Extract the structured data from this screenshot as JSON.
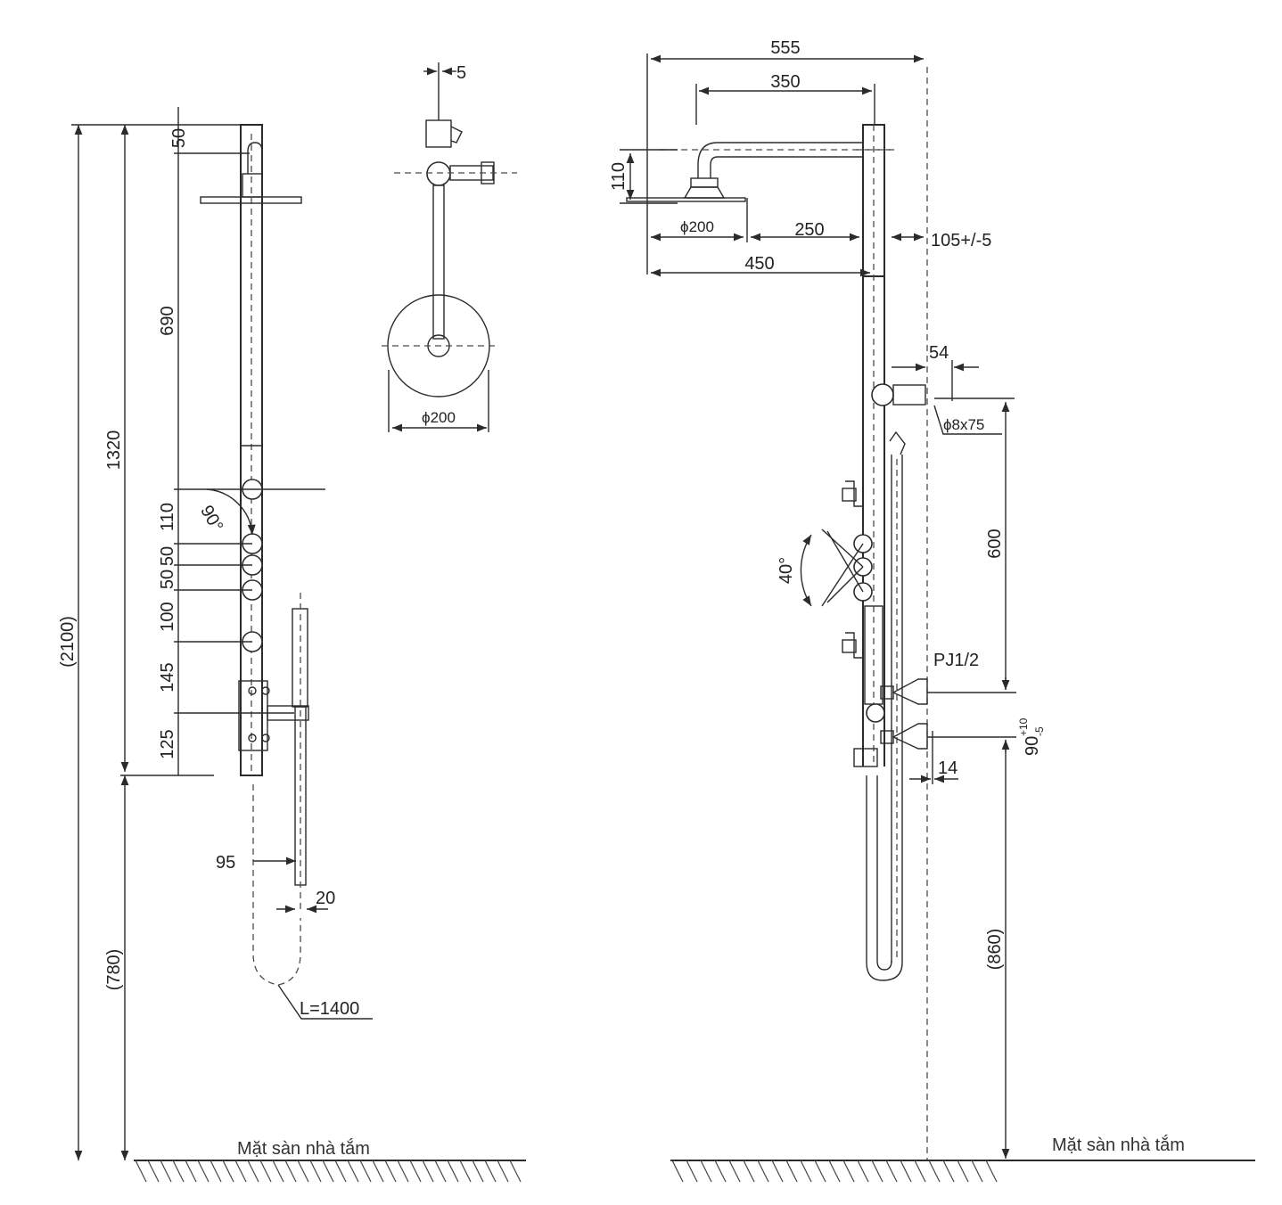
{
  "left_view": {
    "dims": {
      "d50": "50",
      "d690": "690",
      "d1320": "1320",
      "d2100": "(2100)",
      "d110": "110",
      "d50a": "50",
      "d50b": "50",
      "d100": "100",
      "d145": "145",
      "d125": "125",
      "d780": "(780)",
      "d95": "95",
      "d20": "20",
      "angle90": "90°",
      "hose": "L=1400"
    },
    "floor_label": "Mặt sàn nhà tắm"
  },
  "top_view": {
    "d5": "5",
    "d200": "ϕ200"
  },
  "right_view": {
    "dims": {
      "d555": "555",
      "d350": "350",
      "d110": "110",
      "d200": "ϕ200",
      "d250": "250",
      "d105": "105+/-5",
      "d450": "450",
      "d54": "54",
      "d8x75": "ϕ8x75",
      "d600": "600",
      "angle40": "40°",
      "pj": "PJ1/2",
      "d90": "90",
      "d90_tol_upper": "+10",
      "d90_tol_lower": "-5",
      "d14": "14",
      "d860": "(860)"
    },
    "floor_label": "Mặt sàn nhà tắm"
  }
}
